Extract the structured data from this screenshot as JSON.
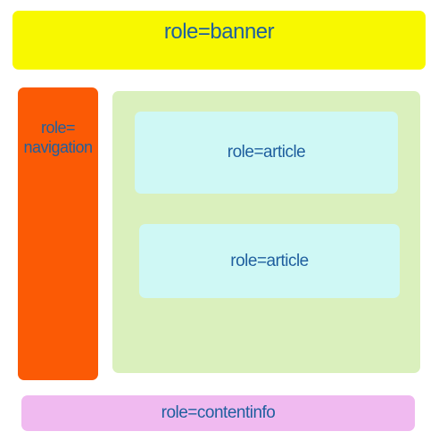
{
  "regions": {
    "banner": "role=banner",
    "navigation": [
      "role=",
      "navigation"
    ],
    "main": "",
    "articles": [
      "role=article",
      "role=article"
    ],
    "contentinfo": "role=contentinfo"
  },
  "colors": {
    "banner": "#f8f800",
    "navigation": "#fb5a05",
    "main": "#daf0bd",
    "article": "#cff8f5",
    "contentinfo": "#f0baf0",
    "text": "#1f5f9e"
  }
}
